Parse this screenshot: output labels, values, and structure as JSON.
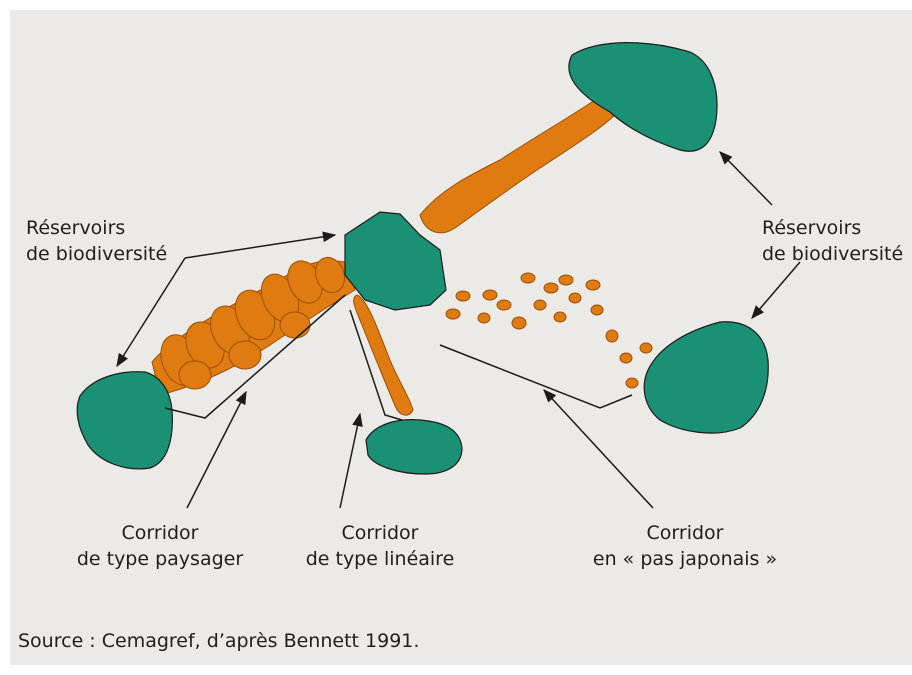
{
  "labels": {
    "reservoirs_left": [
      "Réservoirs",
      "de biodiversité"
    ],
    "reservoirs_right": [
      "Réservoirs",
      "de biodiversité"
    ],
    "corridor_paysager": [
      "Corridor",
      "de type paysager"
    ],
    "corridor_lineaire": [
      "Corridor",
      "de type linéaire"
    ],
    "corridor_japonais": [
      "Corridor",
      "en « pas japonais »"
    ]
  },
  "source": "Source : Cemagref, d’après Bennett 1991.",
  "colors": {
    "background": "#eceae6",
    "reservoir": "#1a9174",
    "corridor": "#e07b12",
    "outline": "#1c1c1c"
  }
}
